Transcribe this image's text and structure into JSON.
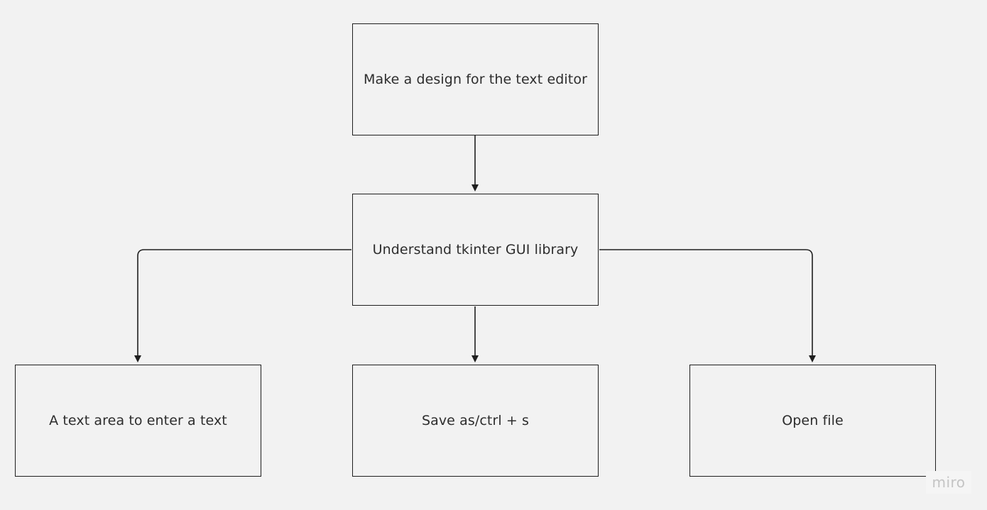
{
  "diagram": {
    "nodes": {
      "top": "Make a design for the text editor",
      "mid": "Understand tkinter GUI library",
      "left": "A text area to enter a text",
      "center": "Save as/ctrl + s",
      "right": "Open file"
    },
    "edges": [
      {
        "from": "top",
        "to": "mid"
      },
      {
        "from": "mid",
        "to": "left"
      },
      {
        "from": "mid",
        "to": "center"
      },
      {
        "from": "mid",
        "to": "right"
      }
    ]
  },
  "watermark": "miro",
  "colors": {
    "background": "#f2f2f2",
    "stroke": "#1f1f1f",
    "text": "#2d2d2d",
    "watermark": "#c4c4c4"
  }
}
